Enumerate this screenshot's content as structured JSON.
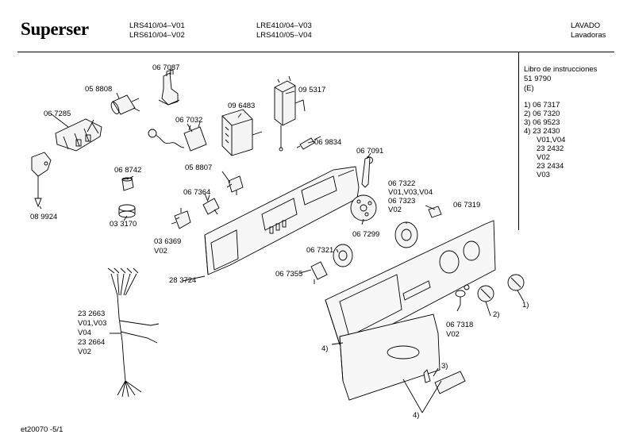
{
  "header": {
    "brand": "Superser",
    "models": [
      "LRS410/04–V01",
      "LRS610/04–V02",
      "LRE410/04–V03",
      "LRS410/05–V04"
    ],
    "category": "LAVADO",
    "category_sub": "Lavadoras"
  },
  "sidebar": {
    "manual_title": "Libro de instrucciones",
    "manual_number": "51 9790",
    "manual_lang": "(E)",
    "notes": [
      "1) 06 7317",
      "2) 06 7320",
      "3) 06 9523",
      "4) 23 2430",
      "V01,V04",
      "23 2432",
      "V02",
      "23 2434",
      "V03"
    ]
  },
  "parts": [
    "06 7087",
    "05 8808",
    "06 7285",
    "09 6483",
    "06 7032",
    "09 5317",
    "06 9834",
    "06 7091",
    "06 8742",
    "05 8807",
    "06 7364",
    "03 3170",
    "08 9924",
    "06 7322",
    "V01,V03,V04",
    "06 7323",
    "V02",
    "06 7319",
    "03 6369",
    "V02",
    "06 7299",
    "06 7321",
    "28 3724",
    "06 7355",
    "23 2663",
    "V01,V03",
    "V04",
    "23 2664",
    "V02",
    "06 7318",
    "V02",
    "1)",
    "2)",
    "3)",
    "4)",
    "4)"
  ],
  "footer": {
    "code": "et20070  -5/1"
  }
}
